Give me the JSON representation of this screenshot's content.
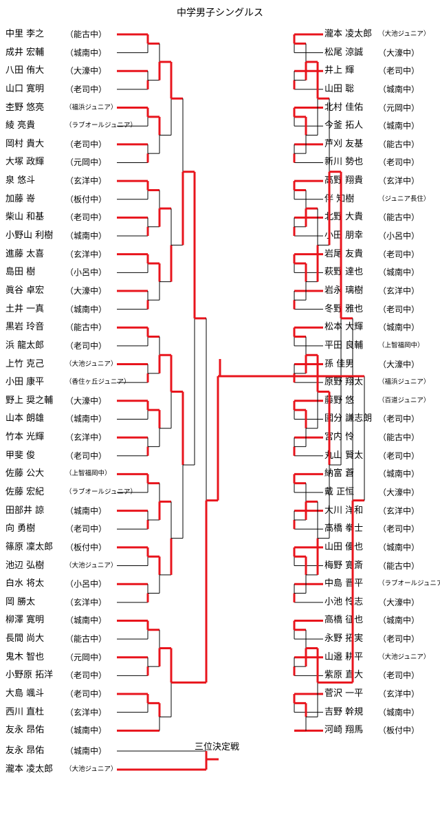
{
  "title": "中学男子シングルス",
  "third_place_title": "三位決定戦",
  "left_players": [
    {
      "name": "中里 李之",
      "club": "（能古中）"
    },
    {
      "name": "成井 宏輔",
      "club": "（城南中）"
    },
    {
      "name": "八田 侑大",
      "club": "（大濠中）"
    },
    {
      "name": "山口 寛明",
      "club": "（老司中）"
    },
    {
      "name": "杢野 悠亮",
      "club": "（福浜ジュニア）"
    },
    {
      "name": "綾 亮貴",
      "club": "（ラブオールジュニア）"
    },
    {
      "name": "岡村 貴大",
      "club": "（老司中）"
    },
    {
      "name": "大塚 政輝",
      "club": "（元岡中）"
    },
    {
      "name": "泉 悠斗",
      "club": "（玄洋中）"
    },
    {
      "name": "加藤 嵜",
      "club": "（板付中）"
    },
    {
      "name": "柴山 和基",
      "club": "（老司中）"
    },
    {
      "name": "小野山 利樹",
      "club": "（城南中）"
    },
    {
      "name": "進藤 太喜",
      "club": "（玄洋中）"
    },
    {
      "name": "島田 樹",
      "club": "（小呂中）"
    },
    {
      "name": "眞谷 卓宏",
      "club": "（大濠中）"
    },
    {
      "name": "土井 一真",
      "club": "（城南中）"
    },
    {
      "name": "黒岩 玲音",
      "club": "（能古中）"
    },
    {
      "name": "浜 龍太郎",
      "club": "（老司中）"
    },
    {
      "name": "上竹 克己",
      "club": "（大池ジュニア）"
    },
    {
      "name": "小田 康平",
      "club": "（香住ヶ丘ジュニア）"
    },
    {
      "name": "野上 奨之輔",
      "club": "（大濠中）"
    },
    {
      "name": "山本 朗雄",
      "club": "（城南中）"
    },
    {
      "name": "竹本 光輝",
      "club": "（玄洋中）"
    },
    {
      "name": "甲斐 俊",
      "club": "（老司中）"
    },
    {
      "name": "佐藤 公大",
      "club": "（上智福岡中）"
    },
    {
      "name": "佐藤 宏紀",
      "club": "（ラブオールジュニア）"
    },
    {
      "name": "田部井 諒",
      "club": "（城南中）"
    },
    {
      "name": "向 勇樹",
      "club": "（老司中）"
    },
    {
      "name": "篠原 凜太郎",
      "club": "（板付中）"
    },
    {
      "name": "池辺 弘樹",
      "club": "（大池ジュニア）"
    },
    {
      "name": "白水 将太",
      "club": "（小呂中）"
    },
    {
      "name": "岡 勝太",
      "club": "（玄洋中）"
    },
    {
      "name": "柳澤 寛明",
      "club": "（城南中）"
    },
    {
      "name": "長間 尚大",
      "club": "（能古中）"
    },
    {
      "name": "鬼木 智也",
      "club": "（元岡中）"
    },
    {
      "name": "小野原 拓洋",
      "club": "（老司中）"
    },
    {
      "name": "大島 颯斗",
      "club": "（老司中）"
    },
    {
      "name": "西川 直杜",
      "club": "（玄洋中）"
    },
    {
      "name": "友永 昂佑",
      "club": "（城南中）"
    }
  ],
  "right_players": [
    {
      "name": "瀧本 凌太郎",
      "club": "（大池ジュニア）"
    },
    {
      "name": "松尾 涼誠",
      "club": "（大濠中）"
    },
    {
      "name": "井上 輝",
      "club": "（老司中）"
    },
    {
      "name": "山田 聡",
      "club": "（城南中）"
    },
    {
      "name": "北村 佳佑",
      "club": "（元岡中）"
    },
    {
      "name": "今釜 拓人",
      "club": "（城南中）"
    },
    {
      "name": "芦刈 友基",
      "club": "（能古中）"
    },
    {
      "name": "新川 勢也",
      "club": "（老司中）"
    },
    {
      "name": "高野 翔貴",
      "club": "（玄洋中）"
    },
    {
      "name": "伴 知樹",
      "club": "（ジュニア長住）"
    },
    {
      "name": "北野 大貴",
      "club": "（能古中）"
    },
    {
      "name": "小田 朋幸",
      "club": "（小呂中）"
    },
    {
      "name": "岩尾 友貴",
      "club": "（老司中）"
    },
    {
      "name": "萩野 達也",
      "club": "（城南中）"
    },
    {
      "name": "岩永 璃樹",
      "club": "（玄洋中）"
    },
    {
      "name": "冬野 雅也",
      "club": "（老司中）"
    },
    {
      "name": "松本 大輝",
      "club": "（城南中）"
    },
    {
      "name": "平田 良輔",
      "club": "（上智福岡中）"
    },
    {
      "name": "孫 佳男",
      "club": "（大濠中）"
    },
    {
      "name": "原野 翔太",
      "club": "（福浜ジュニア）"
    },
    {
      "name": "藤野 悠",
      "club": "（百道ジュニア）"
    },
    {
      "name": "國分 謙志朗",
      "club": "（老司中）"
    },
    {
      "name": "宮内 怜",
      "club": "（能古中）"
    },
    {
      "name": "丸山 賢太",
      "club": "（老司中）"
    },
    {
      "name": "納富 蒼",
      "club": "（城南中）"
    },
    {
      "name": "戴 正恒",
      "club": "（大濠中）"
    },
    {
      "name": "大川 洋和",
      "club": "（玄洋中）"
    },
    {
      "name": "高橋 拳士",
      "club": "（老司中）"
    },
    {
      "name": "山田 優也",
      "club": "（城南中）"
    },
    {
      "name": "梅野 寛斎",
      "club": "（能古中）"
    },
    {
      "name": "中島 晋平",
      "club": "（ラブオールジュニア）"
    },
    {
      "name": "小池 怜志",
      "club": "（大濠中）"
    },
    {
      "name": "高橋 征也",
      "club": "（城南中）"
    },
    {
      "name": "永野 拓実",
      "club": "（老司中）"
    },
    {
      "name": "山邉 耕平",
      "club": "（大池ジュニア）"
    },
    {
      "name": "紫原 直大",
      "club": "（老司中）"
    },
    {
      "name": "菅沢 一平",
      "club": "（玄洋中）"
    },
    {
      "name": "吉野 幹規",
      "club": "（城南中）"
    },
    {
      "name": "河崎 翔馬",
      "club": "（板付中）"
    }
  ],
  "third_place_players": [
    {
      "name": "友永 昂佑",
      "club": "（城南中）"
    },
    {
      "name": "瀧本 凌太郎",
      "club": "（大池ジュニア）"
    }
  ],
  "colors": {
    "win_line": "#e8141c",
    "lose_line": "#000000"
  }
}
